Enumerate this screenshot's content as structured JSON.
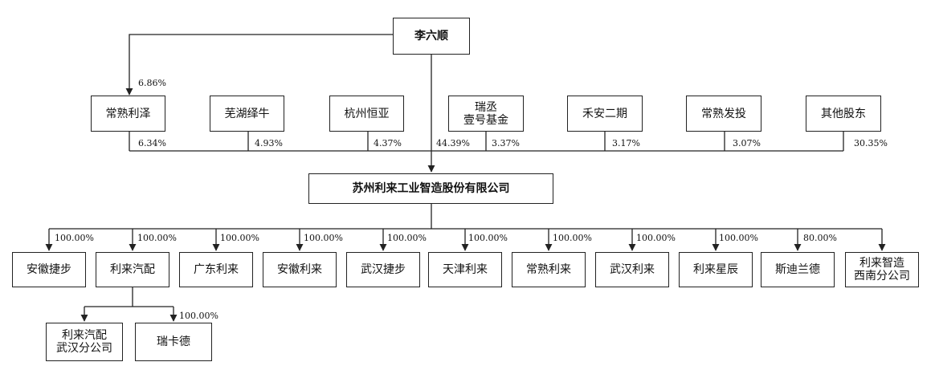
{
  "owner": {
    "name": "李六顺"
  },
  "company": {
    "name": "苏州利来工业智造股份有限公司"
  },
  "shareholders": [
    {
      "name": "常熟利泽",
      "pct": "6.34%"
    },
    {
      "name": "芜湖绎牛",
      "pct": "4.93%"
    },
    {
      "name": "杭州恒亚",
      "pct": "4.37%"
    },
    {
      "name": "瑞丞\n壹号基金",
      "pct": "3.37%"
    },
    {
      "name": "禾安二期",
      "pct": "3.17%"
    },
    {
      "name": "常熟发投",
      "pct": "3.07%"
    },
    {
      "name": "其他股东",
      "pct": "30.35%"
    }
  ],
  "owner_direct_pct": "44.39%",
  "owner_to_first_pct": "6.86%",
  "subsidiaries": [
    {
      "name": "安徽捷步",
      "pct": "100.00%"
    },
    {
      "name": "利来汽配",
      "pct": "100.00%"
    },
    {
      "name": "广东利来",
      "pct": "100.00%"
    },
    {
      "name": "安徽利来",
      "pct": "100.00%"
    },
    {
      "name": "武汉捷步",
      "pct": "100.00%"
    },
    {
      "name": "天津利来",
      "pct": "100.00%"
    },
    {
      "name": "常熟利来",
      "pct": "100.00%"
    },
    {
      "name": "武汉利来",
      "pct": "100.00%"
    },
    {
      "name": "利来星辰",
      "pct": "100.00%"
    },
    {
      "name": "斯迪兰德",
      "pct": "80.00%"
    },
    {
      "name": "利来智造\n西南分公司",
      "pct": ""
    }
  ],
  "sub_subsidiaries": [
    {
      "name": "利来汽配\n武汉分公司",
      "pct": ""
    },
    {
      "name": "瑞卡德",
      "pct": "100.00%"
    }
  ]
}
